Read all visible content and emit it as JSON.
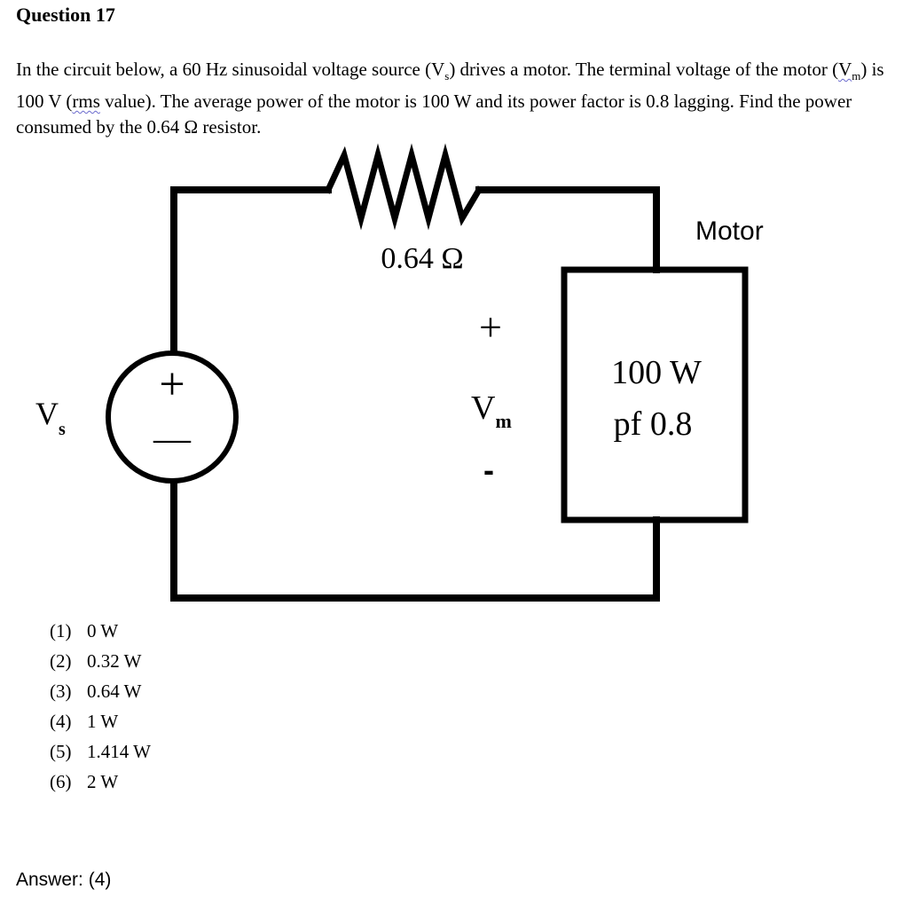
{
  "question": {
    "title": "Question 17",
    "text": {
      "p1": "In the circuit below, a 60 Hz sinusoidal voltage source (V",
      "p1_sub": "s",
      "p2": ") drives a motor. The terminal voltage of the motor (",
      "p2_vm": "V",
      "p2_vm_sub": "m",
      "p3": ") is 100 V (",
      "p3_rms": "rms",
      "p4": " value). The average power of the motor is 100 W and its power factor is 0.8 lagging. Find the power consumed by the 0.64 Ω resistor."
    }
  },
  "circuit": {
    "resistor_label": "0.64 Ω",
    "motor_label": "Motor",
    "motor_power": "100 W",
    "motor_pf": "pf 0.8",
    "source_label": "V",
    "source_sub": "s",
    "source_plus": "+",
    "source_minus": "—",
    "vm_plus": "+",
    "vm_label": "V",
    "vm_sub": "m",
    "vm_minus": "-"
  },
  "options": [
    {
      "num": "(1)",
      "value": "0 W"
    },
    {
      "num": "(2)",
      "value": "0.32 W"
    },
    {
      "num": "(3)",
      "value": "0.64 W"
    },
    {
      "num": "(4)",
      "value": "1 W"
    },
    {
      "num": "(5)",
      "value": "1.414 W"
    },
    {
      "num": "(6)",
      "value": "2 W"
    }
  ],
  "answer": {
    "label": "Answer:",
    "value": "(4)"
  }
}
